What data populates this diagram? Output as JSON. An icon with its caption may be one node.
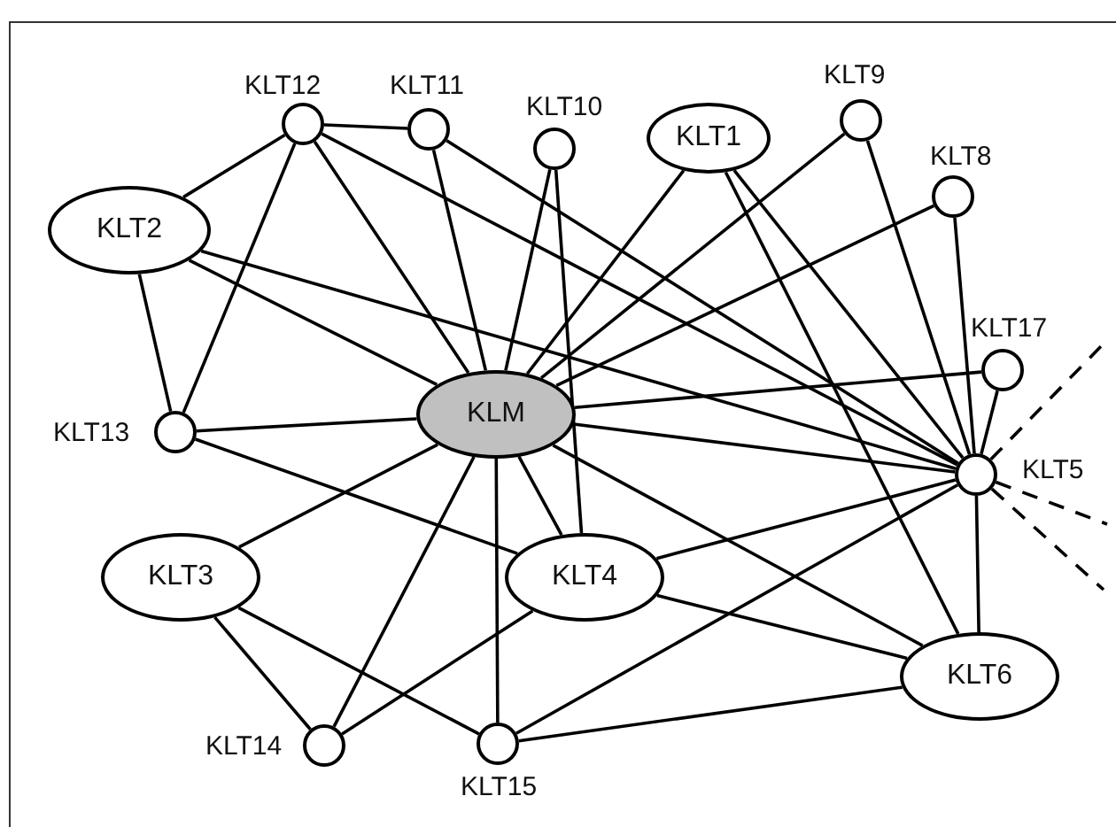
{
  "diagram": {
    "nodes": [
      {
        "text": [
          "KLT12"
        ]
      },
      {
        "text": [
          "KLT11"
        ]
      },
      {
        "text": [
          "KLT10"
        ]
      },
      {
        "text": [
          "KLT1"
        ]
      },
      {
        "text": [
          "KLT9"
        ]
      },
      {
        "text": [
          "KLT8"
        ]
      },
      {
        "text": [
          "KLT2"
        ]
      },
      {
        "text": [
          "KLT17"
        ]
      },
      {
        "text": [
          "KLT13"
        ]
      },
      {
        "text": [
          "KLM"
        ]
      },
      {
        "text": [
          "KLT5"
        ]
      },
      {
        "text": [
          "KLT3"
        ]
      },
      {
        "text": [
          "KLT4"
        ]
      },
      {
        "text": [
          "KLT6"
        ]
      },
      {
        "text": [
          "KLT14"
        ]
      },
      {
        "text": [
          "KLT15"
        ]
      }
    ],
    "edges": [
      {
        "from": 0,
        "to": 1,
        "arrow": "none"
      },
      {
        "from": 0,
        "to": 6,
        "arrow": "none"
      },
      {
        "from": 0,
        "to": 8,
        "arrow": "none"
      },
      {
        "from": 0,
        "to": 9,
        "arrow": "none"
      },
      {
        "from": 0,
        "to": 10,
        "arrow": "none"
      },
      {
        "from": 1,
        "to": 9,
        "arrow": "none"
      },
      {
        "from": 1,
        "to": 10,
        "arrow": "none"
      },
      {
        "from": 2,
        "to": 9,
        "arrow": "none"
      },
      {
        "from": 2,
        "to": 12,
        "arrow": "none"
      },
      {
        "from": 3,
        "to": 9,
        "arrow": "none"
      },
      {
        "from": 3,
        "to": 13,
        "arrow": "none"
      },
      {
        "from": 3,
        "to": 10,
        "arrow": "none"
      },
      {
        "from": 4,
        "to": 9,
        "arrow": "none"
      },
      {
        "from": 4,
        "to": 10,
        "arrow": "none"
      },
      {
        "from": 5,
        "to": 9,
        "arrow": "none"
      },
      {
        "from": 5,
        "to": 10,
        "arrow": "none"
      },
      {
        "from": 7,
        "to": 9,
        "arrow": "none"
      },
      {
        "from": 7,
        "to": 10,
        "arrow": "none"
      },
      {
        "from": 6,
        "to": 8,
        "arrow": "none"
      },
      {
        "from": 6,
        "to": 9,
        "arrow": "none"
      },
      {
        "from": 6,
        "to": 10,
        "arrow": "none"
      },
      {
        "from": 8,
        "to": 9,
        "arrow": "none"
      },
      {
        "from": 8,
        "to": 12,
        "arrow": "none"
      },
      {
        "from": 9,
        "to": 11,
        "arrow": "none"
      },
      {
        "from": 9,
        "to": 14,
        "arrow": "none"
      },
      {
        "from": 9,
        "to": 15,
        "arrow": "none"
      },
      {
        "from": 9,
        "to": 12,
        "arrow": "none"
      },
      {
        "from": 9,
        "to": 10,
        "arrow": "none"
      },
      {
        "from": 9,
        "to": 13,
        "arrow": "none"
      },
      {
        "from": 11,
        "to": 14,
        "arrow": "none"
      },
      {
        "from": 11,
        "to": 15,
        "arrow": "none"
      },
      {
        "from": 12,
        "to": 14,
        "arrow": "none"
      },
      {
        "from": 12,
        "to": 10,
        "arrow": "none"
      },
      {
        "from": 12,
        "to": 13,
        "arrow": "none"
      },
      {
        "from": 15,
        "to": 10,
        "arrow": "none"
      },
      {
        "from": 15,
        "to": 13,
        "arrow": "none"
      },
      {
        "from": 10,
        "to": 13,
        "arrow": "none"
      },
      {
        "from": 10,
        "to": null,
        "arrow": "none",
        "style": "dashed"
      },
      {
        "from": 10,
        "to": null,
        "arrow": "none",
        "style": "dashed"
      },
      {
        "from": 10,
        "to": null,
        "arrow": "none",
        "style": "dashed"
      }
    ]
  }
}
